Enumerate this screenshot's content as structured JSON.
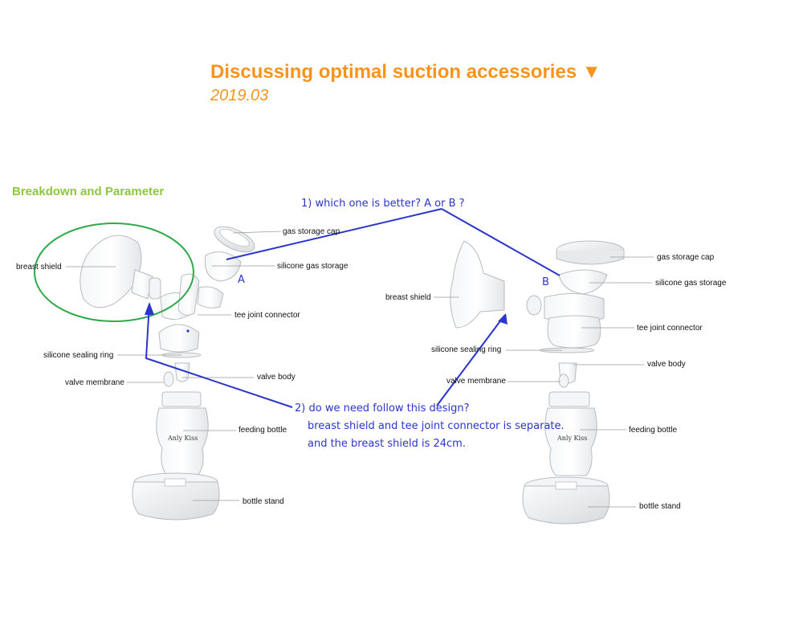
{
  "header": {
    "title": "Discussing optimal suction accessories ▼",
    "date": "2019.03"
  },
  "section_title": "Breakdown and Parameter",
  "annotations": {
    "question_1": "1)  which one is better? A or B ?",
    "question_2_line1": "2) do we need follow this design?",
    "question_2_line2": "breast shield and tee joint connector is separate.",
    "question_2_line3": "and the breast shield is 24cm.",
    "marker_a": "A",
    "marker_b": "B",
    "annotation_color": "#2b35c9",
    "highlight_color": "#2eaa4a"
  },
  "design_a": {
    "labels": {
      "gas_storage_cap": "gas storage cap",
      "silicone_gas_storage": "silicone gas storage",
      "breast_shield": "breast shield",
      "tee_joint_connector": "tee joint connector",
      "silicone_sealing_ring": "silicone sealing ring",
      "valve_body": "valve body",
      "valve_membrane": "valve membrane",
      "feeding_bottle": "feeding bottle",
      "bottle_stand": "bottle stand"
    },
    "brand": "Anly Kiss"
  },
  "design_b": {
    "labels": {
      "gas_storage_cap": "gas storage cap",
      "silicone_gas_storage": "silicone gas storage",
      "breast_shield": "breast shield",
      "tee_joint_connector": "tee joint connector",
      "silicone_sealing_ring": "silicone sealing ring",
      "valve_body": "valve body",
      "valve_membrane": "valve membrane",
      "feeding_bottle": "feeding bottle",
      "bottle_stand": "bottle stand"
    },
    "brand": "Anly Kiss"
  },
  "colors": {
    "title": "#f7941d",
    "section": "#8dc63f",
    "part_fill": "#eef0f1",
    "part_stroke": "#b8bcc0"
  }
}
